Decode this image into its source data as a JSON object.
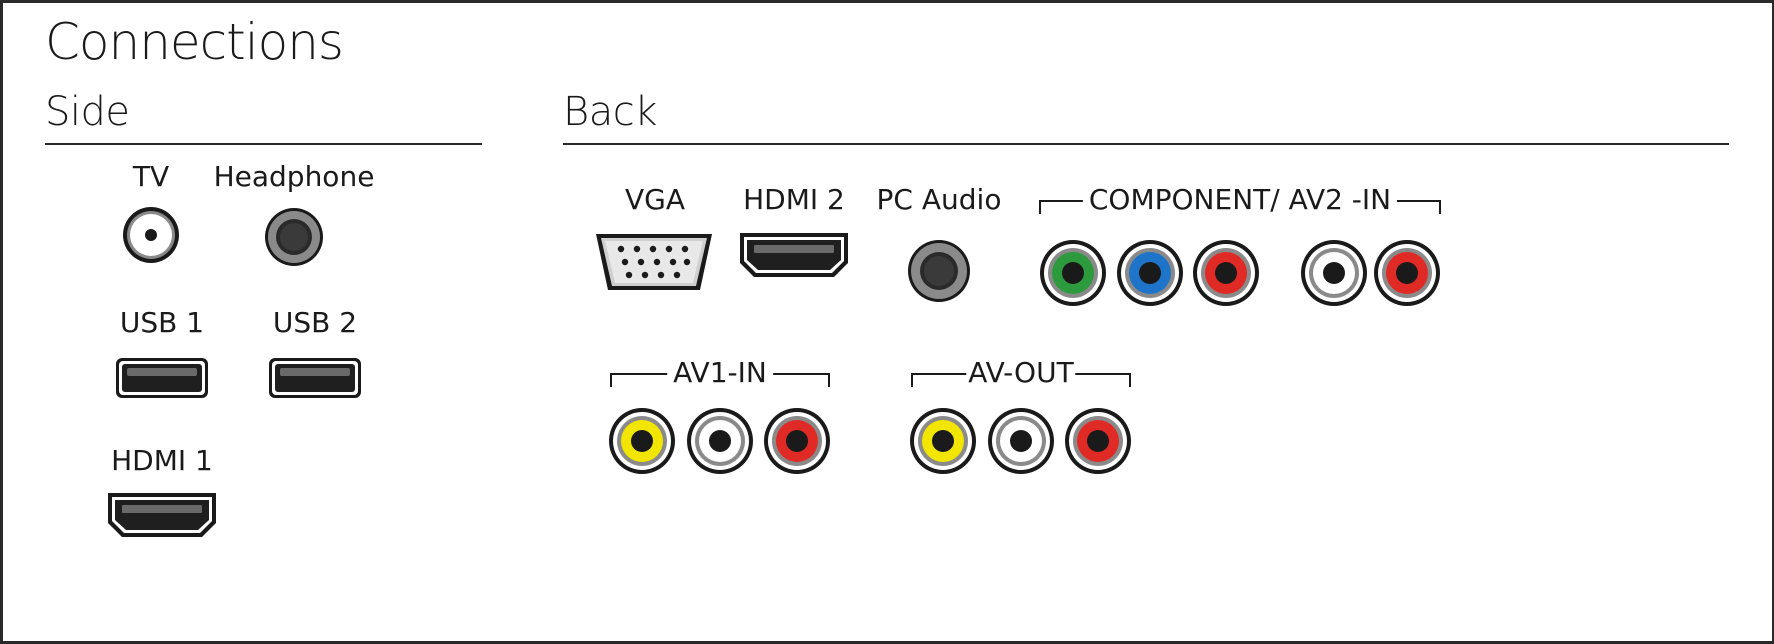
{
  "title": "Connections",
  "side": {
    "heading": "Side",
    "ports": {
      "tv": "TV",
      "headphone": "Headphone",
      "usb1": "USB 1",
      "usb2": "USB 2",
      "hdmi1": "HDMI 1"
    }
  },
  "back": {
    "heading": "Back",
    "ports": {
      "vga": "VGA",
      "hdmi2": "HDMI 2",
      "pc_audio": "PC Audio"
    },
    "groups": {
      "component": "COMPONENT/ AV2 -IN",
      "av1_in": "AV1-IN",
      "av_out": "AV-OUT"
    }
  },
  "colors": {
    "green": "#2e9a3e",
    "blue": "#1e74c8",
    "red": "#e02a26",
    "yellow": "#f2e600",
    "white": "#ffffff",
    "grey": "#7a7a7a",
    "black": "#1a1a1a"
  }
}
